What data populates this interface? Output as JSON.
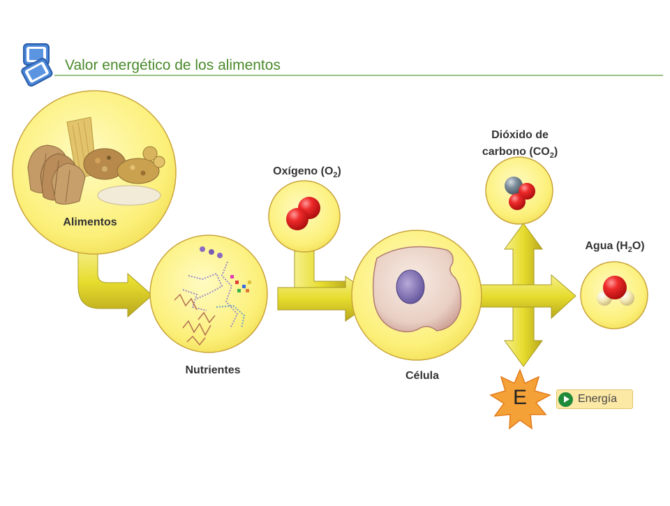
{
  "header": {
    "title": "Valor energético de los alimentos"
  },
  "labels": {
    "alimentos": "Alimentos",
    "nutrientes": "Nutrientes",
    "oxigeno": {
      "text": "Oxígeno (O",
      "sub": "2",
      "tail": ")"
    },
    "celula": "Célula",
    "dioxido_line1": "Dióxido de",
    "dioxido_line2": {
      "text": "carbono (CO",
      "sub": "2",
      "tail": ")"
    },
    "agua": {
      "text": "Agua (H",
      "sub": "2",
      "tail": "O)"
    }
  },
  "energy": {
    "symbol": "E",
    "button_label": "Energía"
  },
  "colors": {
    "title_green": "#4a8a2a",
    "circle_fill": "#fcf28a",
    "circle_stroke": "#c9a43a",
    "arrow_fill": "#e8df3a",
    "star_orange": "#f4a237",
    "molecule_red": "#e32020",
    "carbon_gray": "#6f7f8c"
  },
  "icons": {
    "logo": "two-window-icon",
    "play": "play-icon",
    "starburst": "starburst-icon"
  }
}
